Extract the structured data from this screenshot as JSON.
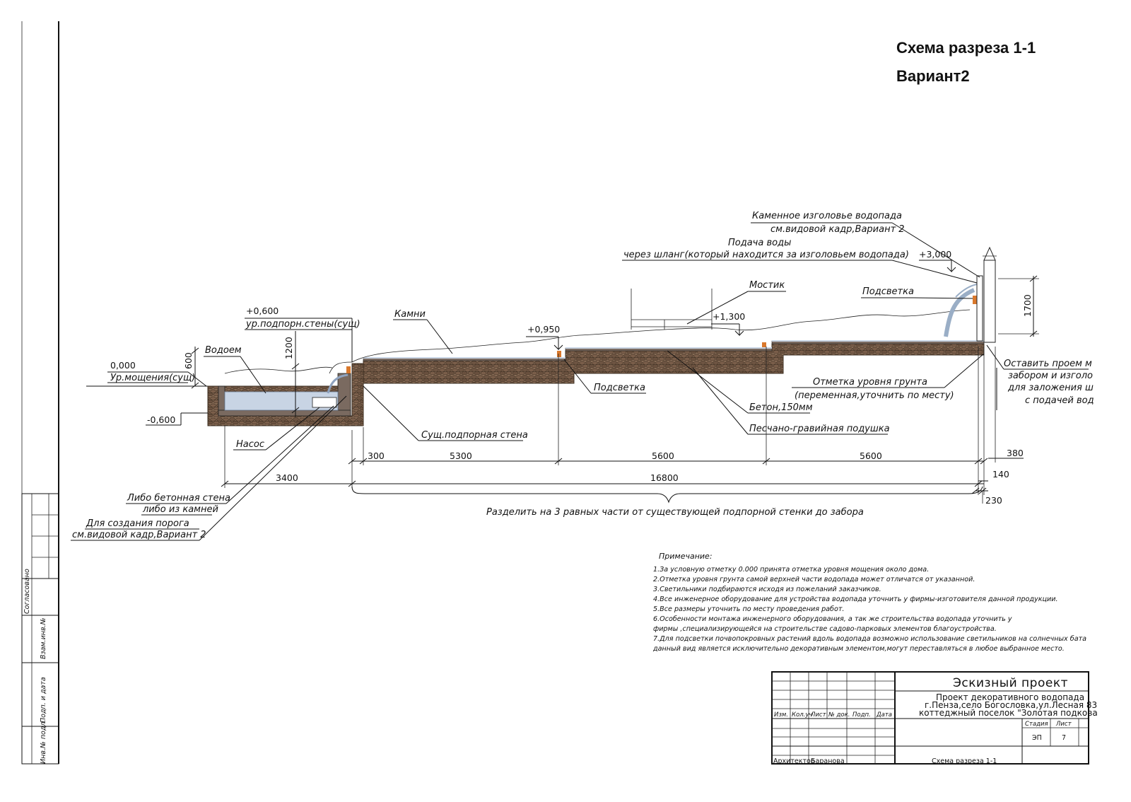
{
  "header": {
    "title": "Схема разреза 1-1",
    "variant": "Вариант2"
  },
  "labels": {
    "head_stone_1": "Каменное изголовье водопада",
    "head_stone_2": "см.видовой кадр,Вариант 2",
    "water_supply_1": "Подача воды",
    "water_supply_2": "через шланг(который находится за изголовьем водопада)",
    "mark_3000": "+3,000",
    "podsvetka_top": "Подсветка",
    "mostik": "Мостик",
    "mark_1300": "+1,300",
    "mark_0950": "+0,950",
    "kamni": "Камни",
    "mark_0600": "+0,600",
    "retaining_wall_level": "ур.подпорн.стены(сущ)",
    "vodoem": "Водоем",
    "mark_0000": "0,000",
    "paving_level": "Ур.мощения(сущ)",
    "mark_minus_0600": "-0,600",
    "nasos": "Насос",
    "existing_wall": "Сущ.подпорная стена",
    "podsvetka_mid": "Подсветка",
    "ground_level_1": "Отметка уровня грунта",
    "ground_level_2": "(переменная,уточнить по месту)",
    "beton": "Бетон,150мм",
    "cushion": "Песчано-гравийная подушка",
    "opening_1": "Оставить проем м",
    "opening_2": "забором и изголо",
    "opening_3": "для заложения ш",
    "opening_4": "с подачей вод",
    "threshold_1": "Либо бетонная стена",
    "threshold_2": "либо из камней",
    "threshold_3": "Для создания порога",
    "threshold_4": "см.видовой кадр,Вариант 2",
    "divide_note": "Разделить на 3 равных части от существующей подпорной стенки до забора"
  },
  "dimensions": {
    "d600": "600",
    "d1200": "1200",
    "d1700": "1700",
    "d300": "300",
    "d5300": "5300",
    "d5600a": "5600",
    "d5600b": "5600",
    "d380": "380",
    "d3400": "3400",
    "d16800": "16800",
    "d140": "140",
    "d230": "230"
  },
  "notes": {
    "heading": "Примечание:",
    "items": [
      "1.За условную отметку 0.000 принята отметка уровня мощения около дома.",
      "2.Отметка уровня грунта самой верхней части водопада может отличатся от указанной.",
      "3.Светильники подбираются исходя из пожеланий заказчиков.",
      "4.Все инженерное оборудование для устройства водопада уточнить у фирмы-изготовителя данной продукции.",
      "5.Все размеры уточнить по месту проведения работ.",
      "6.Особенности монтажа инженерного оборудования, а так же строительства водопада уточнить у",
      "фирмы ,специализирующейся на строительстве садово-парковых элементов благоустройства.",
      "7.Для подсветки почвопокровных растений вдоль водопада возможно использование светильников на солнечных бата",
      "данный вид является исключительно декоративным элементом,могут переставляться в любое выбранное место."
    ]
  },
  "title_block": {
    "stage_name": "Эскизный проект",
    "project_1": "Проект декоративного водопада",
    "project_2": "г.Пенза,село Богословка,ул.Лесная 83",
    "project_3": "коттеджный поселок \"Золотая подкова",
    "col_izm": "Изм.",
    "col_kol": "Кол.уч",
    "col_list": "Лист",
    "col_ndok": "№ док.",
    "col_podp": "Подп.",
    "col_data": "Дата",
    "stadia_label": "Стадия",
    "list_label": "Лист",
    "stadia_value": "ЭП",
    "list_value": "7",
    "role": "Архитектор",
    "person": "Баранова",
    "sheet_name": "Схема разреза 1-1"
  },
  "side_stamp": {
    "soglasovano": "Согласовано",
    "vzam": "Взам.инв.№",
    "podp_data": "Подп. и дата",
    "inv_podl": "Инв.№ подл."
  },
  "colors": {
    "water": "#c8d4e4",
    "soil_fill": "#8a6e58",
    "soil_dark": "#5a4636",
    "concrete": "#7a6a60",
    "light_accent": "#d9782c"
  }
}
